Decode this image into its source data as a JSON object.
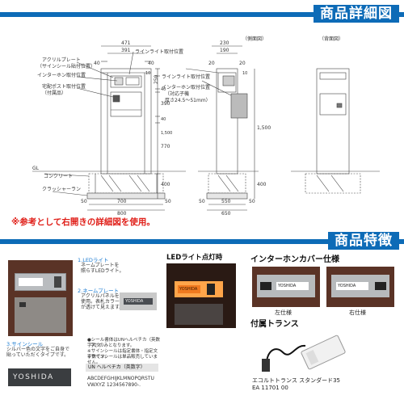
{
  "top_banner": {
    "title": "商品詳細図"
  },
  "drawing": {
    "view_side": "（側面図）",
    "view_back": "（背面図）",
    "labels": {
      "acrylic": "アクリルプレート",
      "acrylic_sub": "（サインシール貼付位置）",
      "intercom": "インターホン取付位置",
      "mailbox": "宅配ポスト取付位置",
      "mailbox_sub": "（付属品）",
      "line_light_top": "ラインライト取付位置",
      "line_light_side": "ラインライト取付位置",
      "intercom_side": "インターホン取付位置",
      "intercom_side_sub1": "（対応子機",
      "intercom_side_sub2": "厚さ24.5〜51mm）",
      "gl": "GL",
      "concrete": "コンクリート",
      "crusher": "クラッシャーラン"
    },
    "front_dims": {
      "w_total": "471",
      "w_inner": "391",
      "s40a": "40",
      "s40b": "40",
      "h1": "10",
      "h2": "250",
      "h3": "40",
      "h4": "390",
      "h5": "40",
      "h6": "770",
      "h7": "1,500",
      "h8": "400",
      "b1": "50",
      "b2": "700",
      "b3": "50",
      "b4": "800"
    },
    "side_dims": {
      "w_top": "230",
      "w_a": "190",
      "w_b": "20",
      "w_c": "20",
      "h_a": "10",
      "h_total": "1,500",
      "h_base": "400",
      "b1": "50",
      "b2": "550",
      "b3": "50",
      "b4": "650"
    }
  },
  "notice": "※参考として右開きの詳細図を使用。",
  "feature_banner": {
    "title": "商品特徴"
  },
  "feature_left": {
    "item1_title": "1.LEDライト",
    "item1_desc1": "ネームプレートを",
    "item1_desc2": "照らすLEDライト。",
    "item2_title": "2.ネームプレート",
    "item2_desc1": "アクリルパネルを",
    "item2_desc2": "使用。表札カラー",
    "item2_desc3": "が透けて見えます。",
    "item3_title": "3.サインシール",
    "item3_desc1": "シルバー色の文字をご自身で",
    "item3_desc2": "貼っていただくタイプです。",
    "seal_note1": "●シール書体はUNヘルベチカ（英数字大文",
    "seal_note2": "字）のみとなります。",
    "seal_note3": "※サインシールは指定書体・指定文字数です。",
    "seal_note4": "※サインシールは単品販売していません。",
    "nameplate": "YOSHIDA",
    "nameplate_small": "YOSHIDA",
    "font_label": "UN ヘルベチカ（英数字）",
    "font_sample1": "ABCDEFGHIJKLMNOPQRSTU",
    "font_sample2": "VWXYZ  1234567890-."
  },
  "feature_led": {
    "title": "LEDライト点灯時",
    "plate": "YOSHIDA"
  },
  "feature_cover": {
    "title": "インターホンカバー仕様",
    "left_label": "左仕様",
    "right_label": "右仕様",
    "plate": "YOSHIDA"
  },
  "feature_trans": {
    "title": "付属トランス",
    "name": "エコルトトランス スタンダード35",
    "code": "EA 11701 00"
  },
  "colors": {
    "banner_blue": "#0d6bb7",
    "notice_red": "#e0201a",
    "wood_brown": "#5a3326"
  }
}
